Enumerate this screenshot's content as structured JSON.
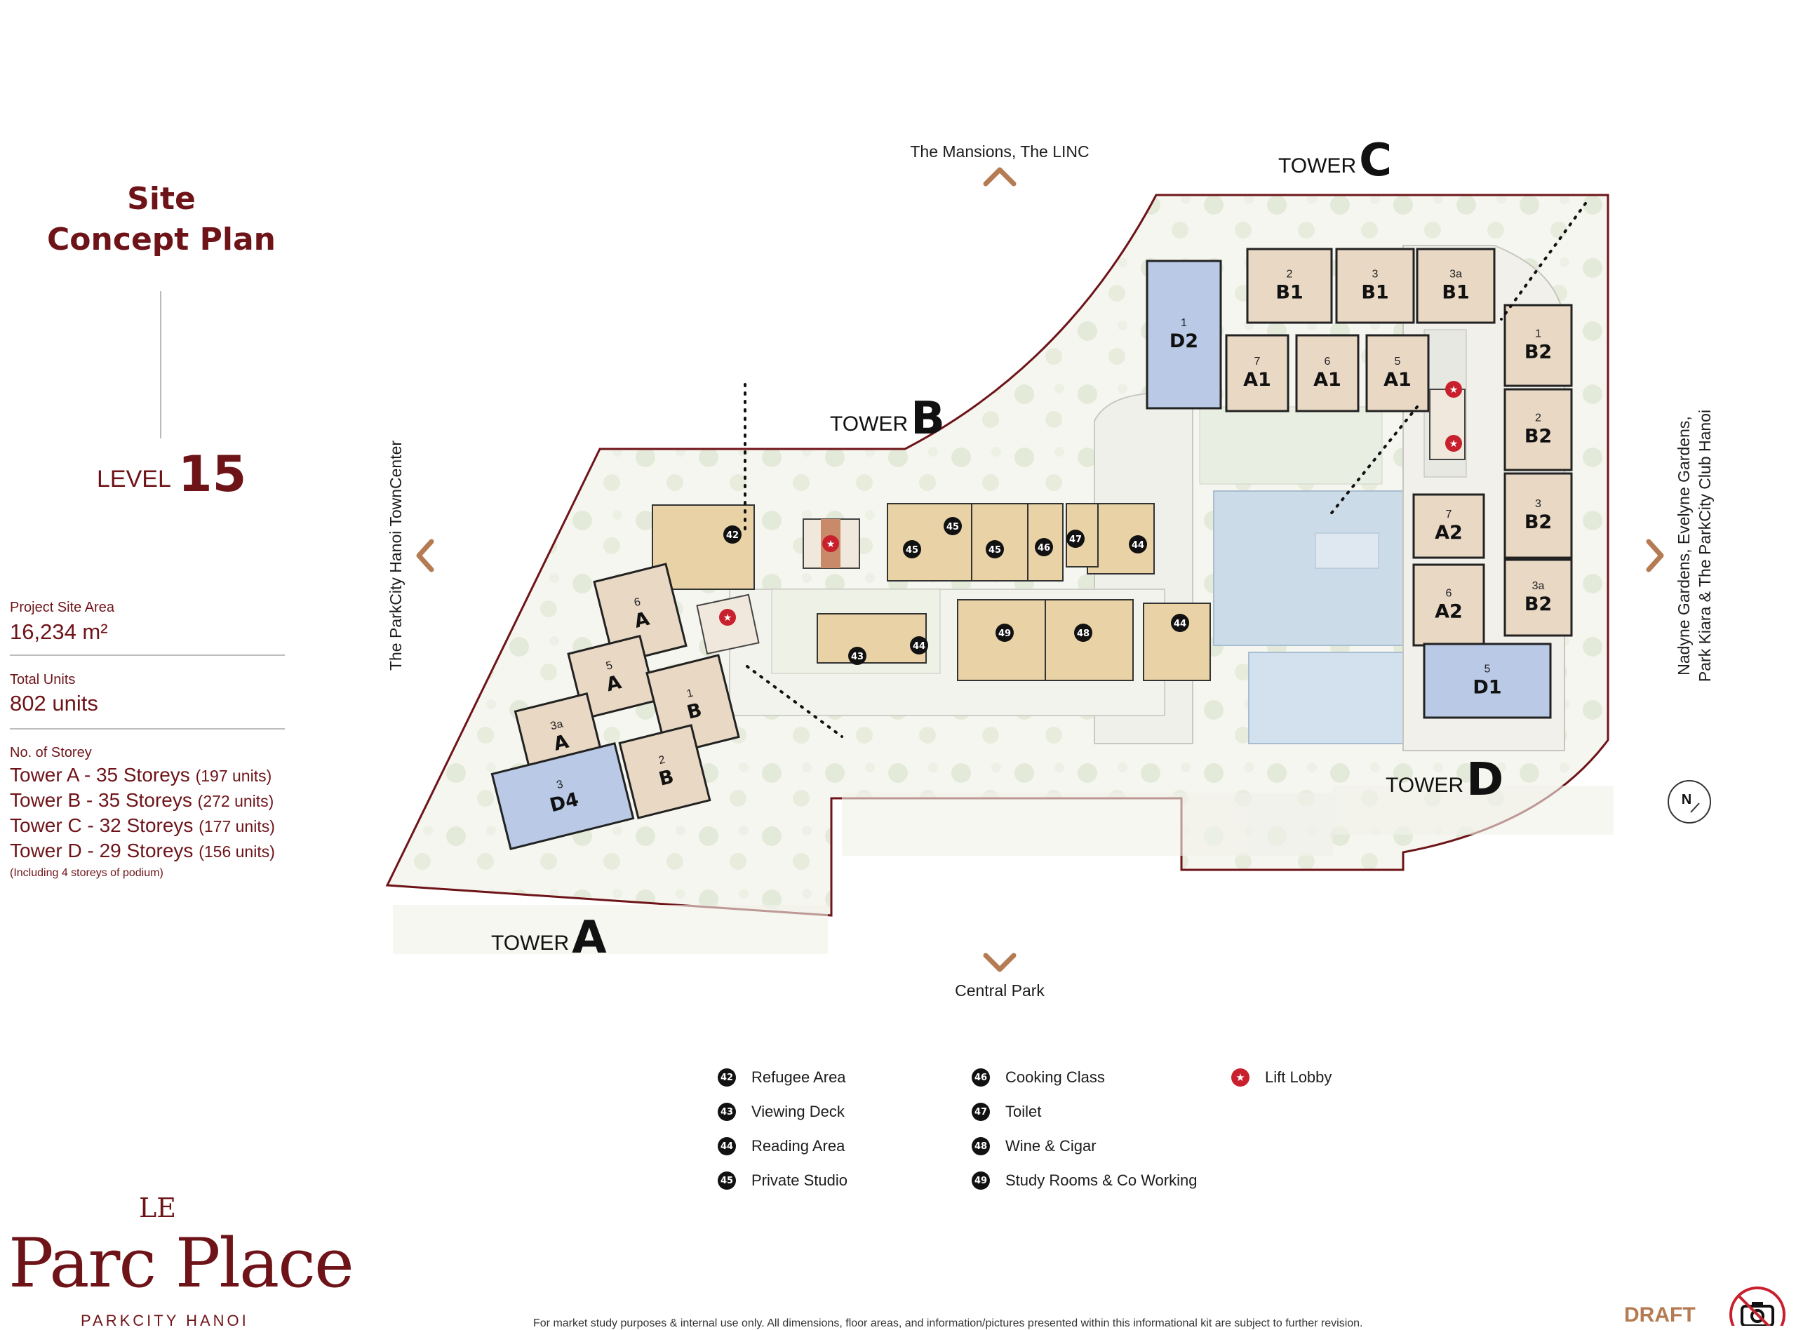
{
  "panel": {
    "title_line1": "Site",
    "title_line2": "Concept Plan",
    "level_label": "LEVEL",
    "level_number": "15",
    "site_area_label": "Project Site Area",
    "site_area_value": "16,234 m²",
    "total_units_label": "Total Units",
    "total_units_value": "802 units",
    "storey_label": "No. of Storey",
    "storeys": [
      {
        "text": "Tower A - 35 Storeys",
        "units": "(197 units)"
      },
      {
        "text": "Tower B - 35 Storeys",
        "units": "(272 units)"
      },
      {
        "text": "Tower C - 32 Storeys",
        "units": "(177 units)"
      },
      {
        "text": "Tower D - 29 Storeys",
        "units": "(156 units)"
      }
    ],
    "storey_note": "(Including 4 storeys of podium)"
  },
  "brand": {
    "le": "LE",
    "name": "Parc Place",
    "sub": "PARKCITY HANOI"
  },
  "directions": {
    "north": "The Mansions, The LINC",
    "south": "Central Park",
    "west": "The ParkCity Hanoi TownCenter",
    "east_line1": "Nadyne Gardens, Evelyne Gardens,",
    "east_line2": "Park Kiara & The ParkCity Club Hanoi"
  },
  "towers": {
    "a": {
      "word": "TOWER",
      "letter": "A"
    },
    "b": {
      "word": "TOWER",
      "letter": "B"
    },
    "c": {
      "word": "TOWER",
      "letter": "C"
    },
    "d": {
      "word": "TOWER",
      "letter": "D"
    }
  },
  "compass": "N",
  "units": [
    {
      "num": "2",
      "code": "B1"
    },
    {
      "num": "3",
      "code": "B1"
    },
    {
      "num": "3a",
      "code": "B1"
    },
    {
      "num": "1",
      "code": "D2"
    },
    {
      "num": "7",
      "code": "A1"
    },
    {
      "num": "6",
      "code": "A1"
    },
    {
      "num": "5",
      "code": "A1"
    },
    {
      "num": "1",
      "code": "B2"
    },
    {
      "num": "2",
      "code": "B2"
    },
    {
      "num": "3",
      "code": "B2"
    },
    {
      "num": "3a",
      "code": "B2"
    },
    {
      "num": "7",
      "code": "A2"
    },
    {
      "num": "6",
      "code": "A2"
    },
    {
      "num": "5",
      "code": "D1"
    },
    {
      "num": "6",
      "code": "A"
    },
    {
      "num": "5",
      "code": "A"
    },
    {
      "num": "3a",
      "code": "A"
    },
    {
      "num": "1",
      "code": "B"
    },
    {
      "num": "2",
      "code": "B"
    },
    {
      "num": "3",
      "code": "D4"
    }
  ],
  "facility_badges": [
    "42",
    "45",
    "45",
    "45",
    "46",
    "47",
    "44",
    "49",
    "48",
    "44",
    "43",
    "44"
  ],
  "legend": [
    {
      "num": "42",
      "label": "Refugee Area"
    },
    {
      "num": "43",
      "label": "Viewing Deck"
    },
    {
      "num": "44",
      "label": "Reading Area"
    },
    {
      "num": "45",
      "label": "Private Studio"
    },
    {
      "num": "46",
      "label": "Cooking Class"
    },
    {
      "num": "47",
      "label": "Toilet"
    },
    {
      "num": "48",
      "label": "Wine & Cigar"
    },
    {
      "num": "49",
      "label": "Study Rooms &  Co Working"
    },
    {
      "num": "★",
      "label": "Lift Lobby"
    }
  ],
  "disclaimer": "For market study purposes & internal use only. All dimensions, floor areas, and information/pictures presented within this informational kit are subject to further revision.",
  "draft": "DRAFT",
  "colors": {
    "brand": "#6e1419",
    "unit": "#e8d8c4",
    "unit_d": "#b9c9e6",
    "amenity": "#e9d3a6",
    "lift": "#c8202d",
    "arrow": "#b57b52"
  }
}
